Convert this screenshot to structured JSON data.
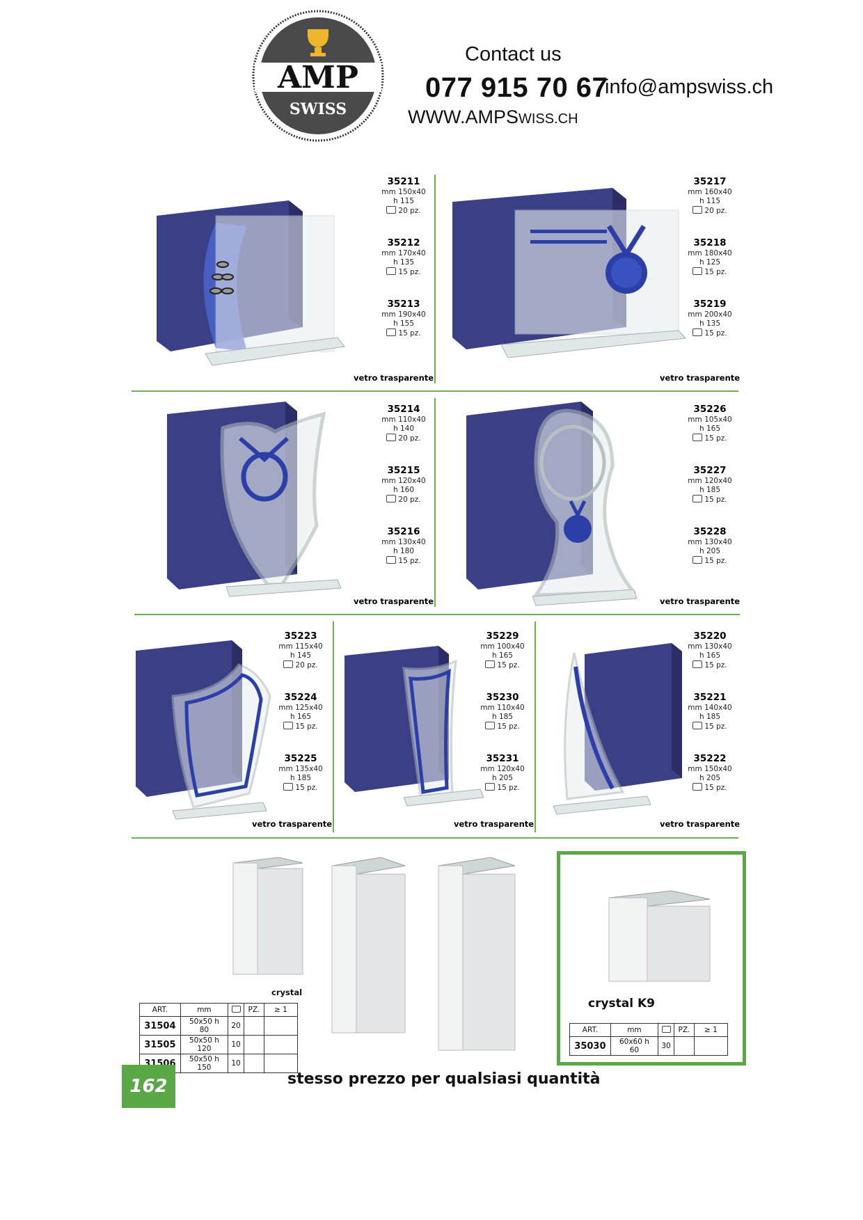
{
  "header": {
    "logo": {
      "main": "AMP",
      "sub": "SWISS"
    },
    "contact_title": "Contact us",
    "phone": "077 915 70 67",
    "email": "info@ampswiss.ch",
    "website_big": "WWW.AMPS",
    "website_small": "WISS.CH"
  },
  "material_label": "vetro trasparente",
  "pack_suffix": "pz.",
  "products": {
    "p35211": {
      "code": "35211",
      "size": "mm 150x40",
      "height": "h 115",
      "pack": "20 pz."
    },
    "p35212": {
      "code": "35212",
      "size": "mm 170x40",
      "height": "h 135",
      "pack": "15 pz."
    },
    "p35213": {
      "code": "35213",
      "size": "mm 190x40",
      "height": "h 155",
      "pack": "15 pz."
    },
    "p35217": {
      "code": "35217",
      "size": "mm 160x40",
      "height": "h 115",
      "pack": "20 pz."
    },
    "p35218": {
      "code": "35218",
      "size": "mm 180x40",
      "height": "h 125",
      "pack": "15 pz."
    },
    "p35219": {
      "code": "35219",
      "size": "mm 200x40",
      "height": "h 135",
      "pack": "15 pz."
    },
    "p35214": {
      "code": "35214",
      "size": "mm 110x40",
      "height": "h 140",
      "pack": "20 pz."
    },
    "p35215": {
      "code": "35215",
      "size": "mm 120x40",
      "height": "h 160",
      "pack": "20 pz."
    },
    "p35216": {
      "code": "35216",
      "size": "mm 130x40",
      "height": "h 180",
      "pack": "15 pz."
    },
    "p35226": {
      "code": "35226",
      "size": "mm 105x40",
      "height": "h 165",
      "pack": "15 pz."
    },
    "p35227": {
      "code": "35227",
      "size": "mm 120x40",
      "height": "h 185",
      "pack": "15 pz."
    },
    "p35228": {
      "code": "35228",
      "size": "mm 130x40",
      "height": "h 205",
      "pack": "15 pz."
    },
    "p35223": {
      "code": "35223",
      "size": "mm 115x40",
      "height": "h 145",
      "pack": "20 pz."
    },
    "p35224": {
      "code": "35224",
      "size": "mm 125x40",
      "height": "h 165",
      "pack": "15 pz."
    },
    "p35225": {
      "code": "35225",
      "size": "mm 135x40",
      "height": "h 185",
      "pack": "15 pz."
    },
    "p35229": {
      "code": "35229",
      "size": "mm 100x40",
      "height": "h 165",
      "pack": "15 pz."
    },
    "p35230": {
      "code": "35230",
      "size": "mm 110x40",
      "height": "h 185",
      "pack": "15 pz."
    },
    "p35231": {
      "code": "35231",
      "size": "mm 120x40",
      "height": "h 205",
      "pack": "15 pz."
    },
    "p35220": {
      "code": "35220",
      "size": "mm 130x40",
      "height": "h 165",
      "pack": "15 pz."
    },
    "p35221": {
      "code": "35221",
      "size": "mm 140x40",
      "height": "h 185",
      "pack": "15 pz."
    },
    "p35222": {
      "code": "35222",
      "size": "mm 150x40",
      "height": "h 205",
      "pack": "15 pz."
    }
  },
  "crystal": {
    "label": "crystal",
    "headers": {
      "art": "ART.",
      "mm": "mm",
      "pz": "PZ.",
      "qty": "≥ 1"
    },
    "rows": [
      {
        "art": "31504",
        "mm": "50x50 h 80",
        "pz": "20"
      },
      {
        "art": "31505",
        "mm": "50x50 h 120",
        "pz": "10"
      },
      {
        "art": "31506",
        "mm": "50x50 h 150",
        "pz": "10"
      }
    ]
  },
  "crystal_k9": {
    "label": "crystal K9",
    "headers": {
      "art": "ART.",
      "mm": "mm",
      "pz": "PZ.",
      "qty": "≥ 1"
    },
    "rows": [
      {
        "art": "35030",
        "mm": "60x60 h 60",
        "pz": "30"
      }
    ]
  },
  "footer": {
    "page_number": "162",
    "note": "stesso prezzo per qualsiasi quantità"
  },
  "colors": {
    "accent_green": "#5aa845",
    "box_blue": "#3b3f86",
    "stripe_blue": "#2c3fa8"
  }
}
